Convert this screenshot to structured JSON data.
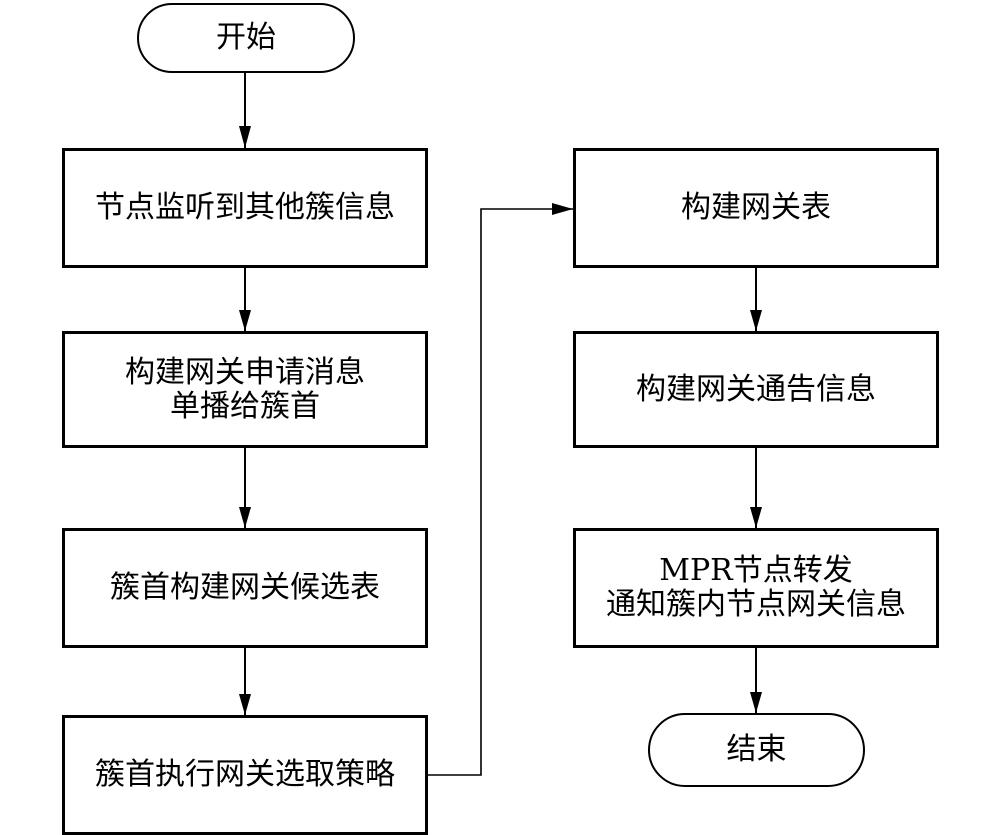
{
  "diagram": {
    "type": "flowchart",
    "colors": {
      "line": "#000000",
      "fill": "#ffffff",
      "text": "#000000"
    },
    "nodes": {
      "start": {
        "kind": "terminal",
        "label": "开始"
      },
      "step1": {
        "kind": "process",
        "label": "节点监听到其他簇信息"
      },
      "step2": {
        "kind": "process",
        "label": "构建网关申请消息\n单播给簇首"
      },
      "step3": {
        "kind": "process",
        "label": "簇首构建网关候选表"
      },
      "step4": {
        "kind": "process",
        "label": "簇首执行网关选取策略"
      },
      "step5": {
        "kind": "process",
        "label": "构建网关表"
      },
      "step6": {
        "kind": "process",
        "label": "构建网关通告信息"
      },
      "step7": {
        "kind": "process",
        "label": "MPR节点转发\n通知簇内节点网关信息"
      },
      "end": {
        "kind": "terminal",
        "label": "结束"
      }
    },
    "edges": [
      {
        "from": "start",
        "to": "step1"
      },
      {
        "from": "step1",
        "to": "step2"
      },
      {
        "from": "step2",
        "to": "step3"
      },
      {
        "from": "step3",
        "to": "step4"
      },
      {
        "from": "step4",
        "to": "step5"
      },
      {
        "from": "step5",
        "to": "step6"
      },
      {
        "from": "step6",
        "to": "step7"
      },
      {
        "from": "step7",
        "to": "end"
      }
    ]
  }
}
